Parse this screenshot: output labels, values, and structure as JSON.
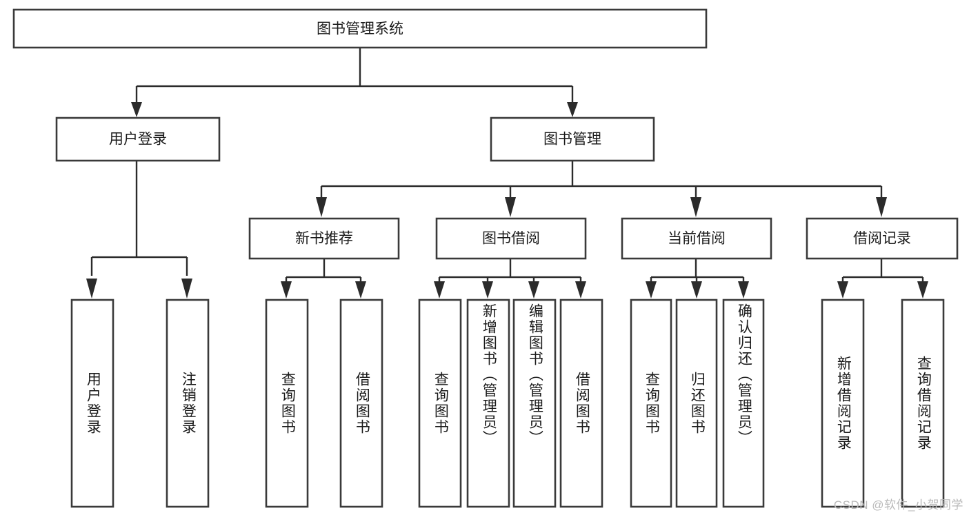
{
  "diagram": {
    "title": "图书管理系统",
    "watermark": "CSDN @软件_小贺同学",
    "colors": {
      "box_stroke": "#3a3a3a",
      "connector": "#2b2b2b",
      "text": "#1a1a1a",
      "background": "#ffffff",
      "watermark": "#b9b9b9"
    },
    "root": {
      "label": "图书管理系统"
    },
    "level1": [
      {
        "label": "用户登录"
      },
      {
        "label": "图书管理"
      }
    ],
    "level2": [
      {
        "label": "新书推荐"
      },
      {
        "label": "图书借阅"
      },
      {
        "label": "当前借阅"
      },
      {
        "label": "借阅记录"
      }
    ],
    "leaves": {
      "user_login": [
        {
          "label": "用户登录"
        },
        {
          "label": "注销登录"
        }
      ],
      "new_book": [
        {
          "label": "查询图书"
        },
        {
          "label": "借阅图书"
        }
      ],
      "book_borrow": [
        {
          "label": "查询图书"
        },
        {
          "label": "新增图书（管理员）"
        },
        {
          "label": "编辑图书（管理员）"
        },
        {
          "label": "借阅图书"
        }
      ],
      "current_borrow": [
        {
          "label": "查询图书"
        },
        {
          "label": "归还图书"
        },
        {
          "label": "确认归还（管理员）"
        }
      ],
      "borrow_record": [
        {
          "label": "新增借阅记录"
        },
        {
          "label": "查询借阅记录"
        }
      ]
    }
  }
}
